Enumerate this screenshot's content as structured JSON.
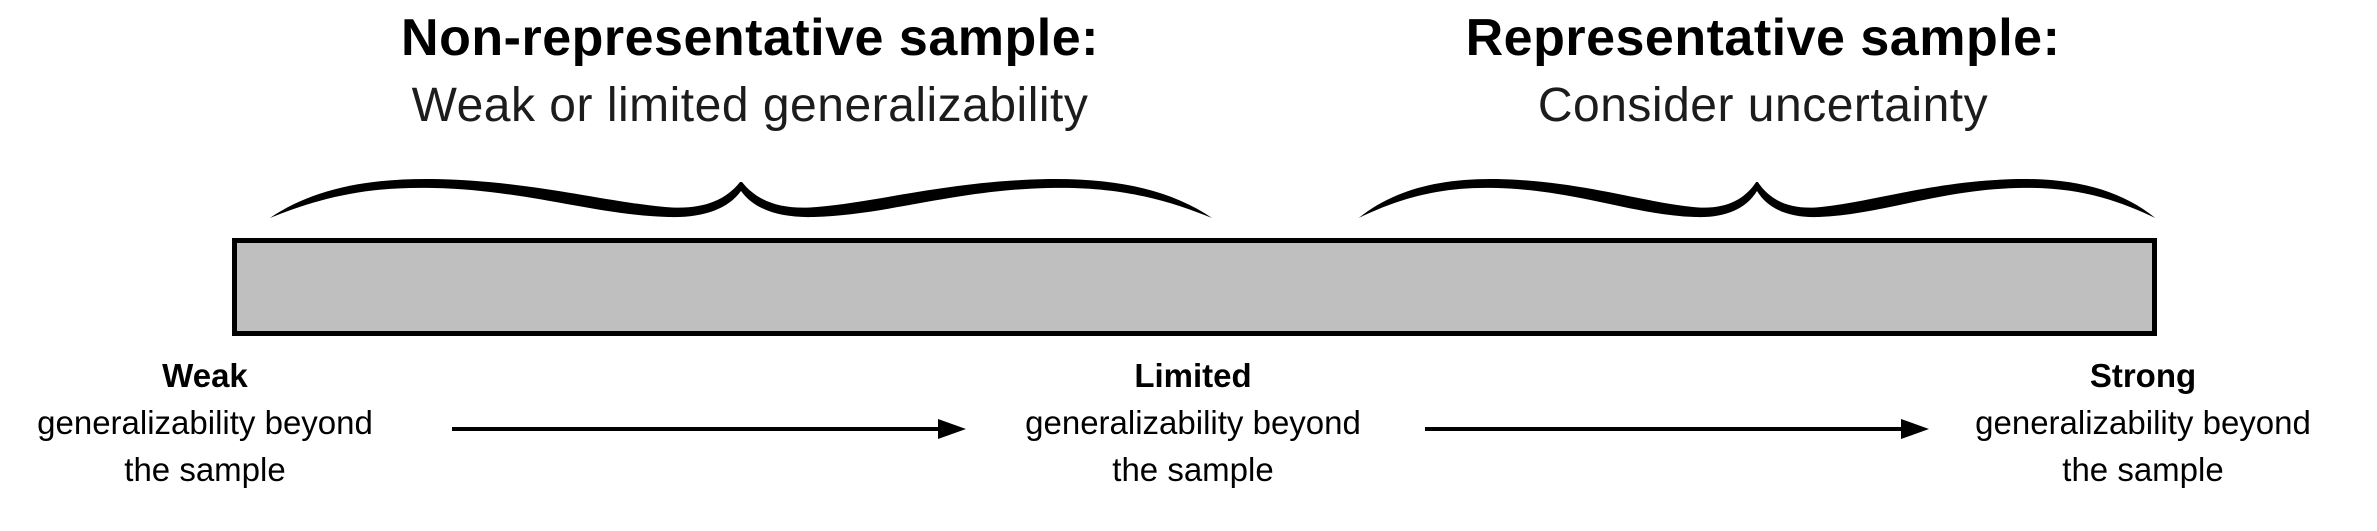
{
  "figure": {
    "description": "Generalizability spectrum diagram",
    "background_color": "#ffffff",
    "bar_color": "#bfbfbf",
    "bar_border_color": "#000000",
    "brace_color": "#000000",
    "arrow_color": "#000000",
    "text_color": "#000000"
  },
  "annotations": {
    "left": {
      "title": "Non-representative sample:",
      "subtitle": "Weak or limited generalizability"
    },
    "right": {
      "title": "Representative sample:",
      "subtitle": "Consider uncertainty"
    }
  },
  "spectrum": {
    "labels": [
      {
        "level": "Weak",
        "desc_line1": "generalizability beyond",
        "desc_line2": "the sample"
      },
      {
        "level": "Limited",
        "desc_line1": "generalizability beyond",
        "desc_line2": "the sample"
      },
      {
        "level": "Strong",
        "desc_line1": "generalizability beyond",
        "desc_line2": "the sample"
      }
    ]
  }
}
